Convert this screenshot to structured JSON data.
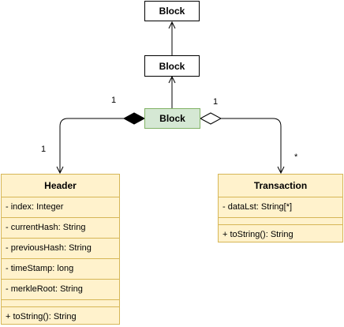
{
  "blocks": {
    "top": "Block",
    "middle": "Block",
    "current": "Block"
  },
  "header_class": {
    "title": "Header",
    "attributes": [
      "- index: Integer",
      "- currentHash: String",
      "- previousHash: String",
      "- timeStamp: long",
      "- merkleRoot: String"
    ],
    "methods": [
      "+ toString(): String"
    ]
  },
  "transaction_class": {
    "title": "Transaction",
    "attributes": [
      "- dataLst: String[*]"
    ],
    "methods": [
      "+ toString(): String"
    ]
  },
  "multiplicities": {
    "composition_block_end": "1",
    "composition_header_end": "1",
    "aggregation_block_end": "1",
    "aggregation_transaction_end": "*"
  },
  "colors": {
    "current_block_fill": "#d5e8d4",
    "current_block_stroke": "#82b366",
    "class_fill": "#fff2cc",
    "class_stroke": "#d6b656"
  }
}
